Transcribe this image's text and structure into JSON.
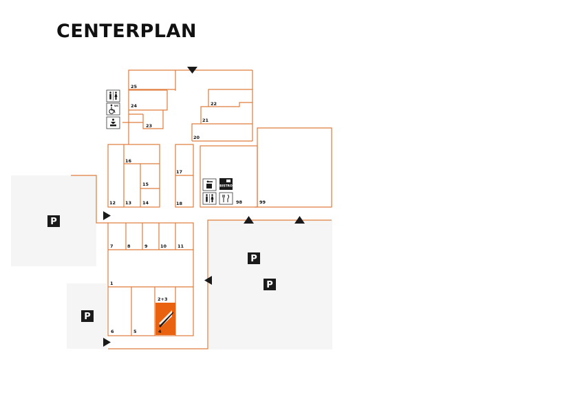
{
  "title": "CENTERPLAN",
  "colors": {
    "wall": "#e07a3a",
    "anchor_store": "#e8620f",
    "parking_area": "#f5f5f5",
    "parking_sign": "#1a1a1a",
    "arrow": "#1a1a1a"
  },
  "units": {
    "u25": "25",
    "u24": "24",
    "u23": "23",
    "u22": "22",
    "u21": "21",
    "u20": "20",
    "u16": "16",
    "u15": "15",
    "u17": "17",
    "u18": "18",
    "u12": "12",
    "u13": "13",
    "u14": "14",
    "u98": "98",
    "u99": "99",
    "u7": "7",
    "u8": "8",
    "u9": "9",
    "u10": "10",
    "u11": "11",
    "u1": "1",
    "u2_3": "2+3",
    "u6": "6",
    "u5": "5",
    "u4": "4"
  },
  "parking_label": "P",
  "parking_areas": [
    "west",
    "southwest",
    "east-1",
    "east-2"
  ],
  "facilities": {
    "restroom": "restroom-icon",
    "wheelchair_wc": "wheelchair-wc-icon",
    "wc_label": "WC",
    "baby_changing": "baby-changing-icon",
    "info": "info-desk-icon",
    "bistro_label": "BISTRO",
    "restaurant": "restaurant-icon"
  },
  "entrances": [
    "north",
    "west",
    "south-west",
    "south-east-1",
    "south-east-2",
    "east"
  ]
}
